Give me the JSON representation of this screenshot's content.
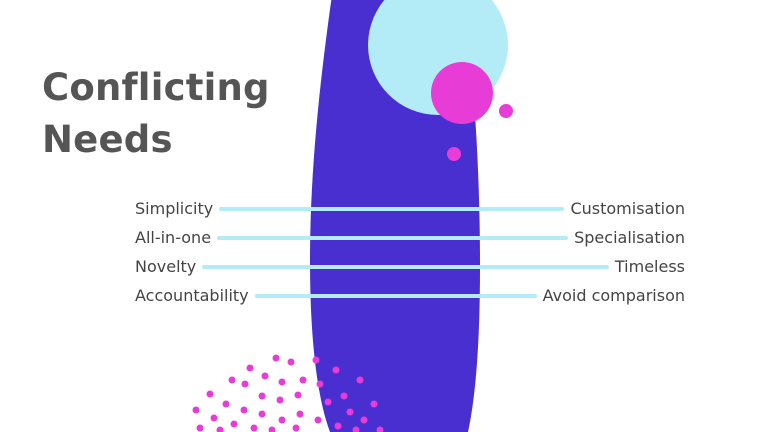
{
  "title": {
    "line1": "Conflicting",
    "line2": "Needs"
  },
  "pairs": [
    {
      "left": "Simplicity",
      "right": "Customisation"
    },
    {
      "left": "All-in-one",
      "right": "Specialisation"
    },
    {
      "left": "Novelty",
      "right": "Timeless"
    },
    {
      "left": "Accountability",
      "right": "Avoid comparison"
    }
  ],
  "colors": {
    "background": "#ffffff",
    "title": "#555555",
    "text": "#444444",
    "connector": "#b3ecf7",
    "pill": "#4a2fd0",
    "light_blue": "#b3ecf7",
    "magenta": "#e83cd6"
  }
}
